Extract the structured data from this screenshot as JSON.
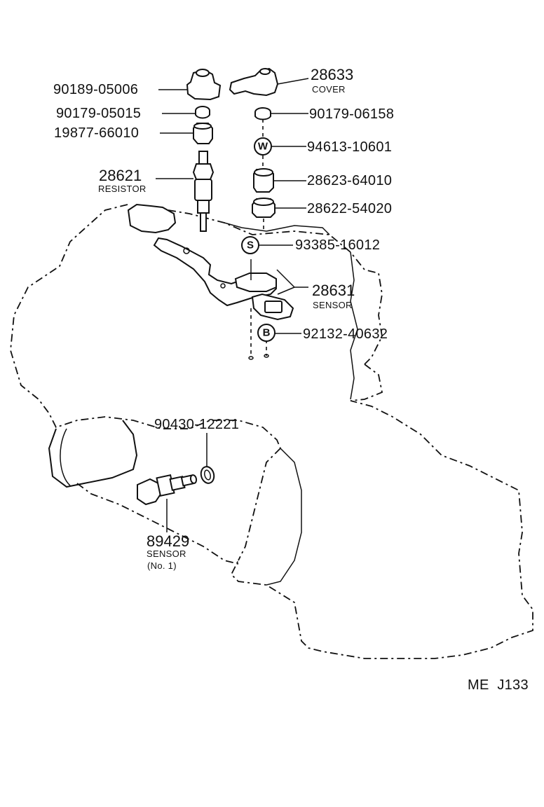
{
  "diagram": {
    "parts": [
      {
        "key": "p1",
        "number": "90189-05006"
      },
      {
        "key": "p2",
        "number": "90179-05015"
      },
      {
        "key": "p3",
        "number": "19877-66010"
      },
      {
        "key": "p4",
        "number": "28621",
        "desc": "RESISTOR"
      },
      {
        "key": "p5",
        "number": "28633",
        "desc": "COVER"
      },
      {
        "key": "p6",
        "number": "90179-06158"
      },
      {
        "key": "p7",
        "number": "94613-10601",
        "symbol": "W"
      },
      {
        "key": "p8",
        "number": "28623-64010"
      },
      {
        "key": "p9",
        "number": "28622-54020"
      },
      {
        "key": "p10",
        "number": "93385-16012",
        "symbol": "S"
      },
      {
        "key": "p11",
        "number": "28631",
        "desc": "SENSOR"
      },
      {
        "key": "p12",
        "number": "92132-40632",
        "symbol": "B"
      },
      {
        "key": "p13",
        "number": "90430-12221"
      },
      {
        "key": "p14",
        "number": "89429",
        "desc": "SENSOR",
        "desc2": "(No. 1)"
      }
    ],
    "figure_code": "ME  J133"
  }
}
